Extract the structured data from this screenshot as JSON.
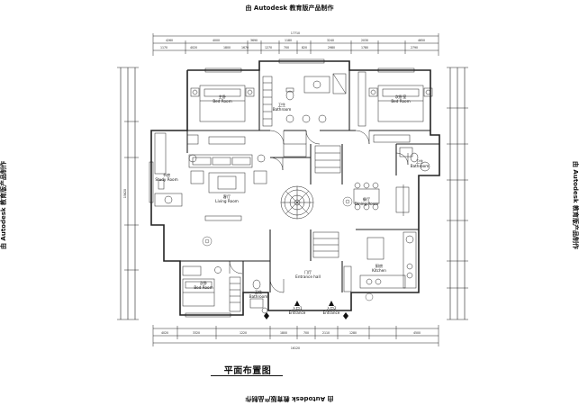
{
  "watermark": {
    "text": "由 Autodesk 教育版产品制作"
  },
  "plan_title": "平面布置图",
  "rooms": {
    "bed_nw": {
      "zh": "主卧",
      "en": "Bed Room"
    },
    "bed_ne": {
      "zh": "次卧室",
      "en": "Bed Room"
    },
    "bath_top": {
      "zh": "卫生",
      "en": "Bathroom"
    },
    "bath_right": {
      "zh": "卫生",
      "en": "Bathroom"
    },
    "bath_bottom": {
      "zh": "卫生",
      "en": "Bathroom"
    },
    "study": {
      "zh": "书房",
      "en": "Study Room"
    },
    "living": {
      "zh": "客厅",
      "en": "Living Room"
    },
    "dining": {
      "zh": "餐厅",
      "en": "Dining Room"
    },
    "kitchen": {
      "zh": "厨房",
      "en": "Kitchen"
    },
    "bed_sw": {
      "zh": "次卧",
      "en": "Bed Room"
    },
    "entrance_hall": {
      "zh": "门厅",
      "en": "Entrance hall"
    }
  },
  "entrances": [
    {
      "zh": "入口1",
      "en": "Entrance"
    },
    {
      "zh": "入口2",
      "en": "Entrance"
    }
  ],
  "dimensions": {
    "top_total": "17710",
    "bottom_total": "16120",
    "left_total": "15620",
    "top_segments": [
      "4260",
      "4000",
      "3690",
      "1180",
      "3240",
      "2030",
      "4650"
    ],
    "top_segments_2": [
      "1170",
      "4020",
      "1800",
      "1670",
      "1270",
      "700",
      "820",
      "2980",
      "1780",
      "2790"
    ],
    "bottom_segments": [
      "4020",
      "3320",
      "1220",
      "1800",
      "700",
      "2110",
      "1280",
      "4500"
    ]
  }
}
